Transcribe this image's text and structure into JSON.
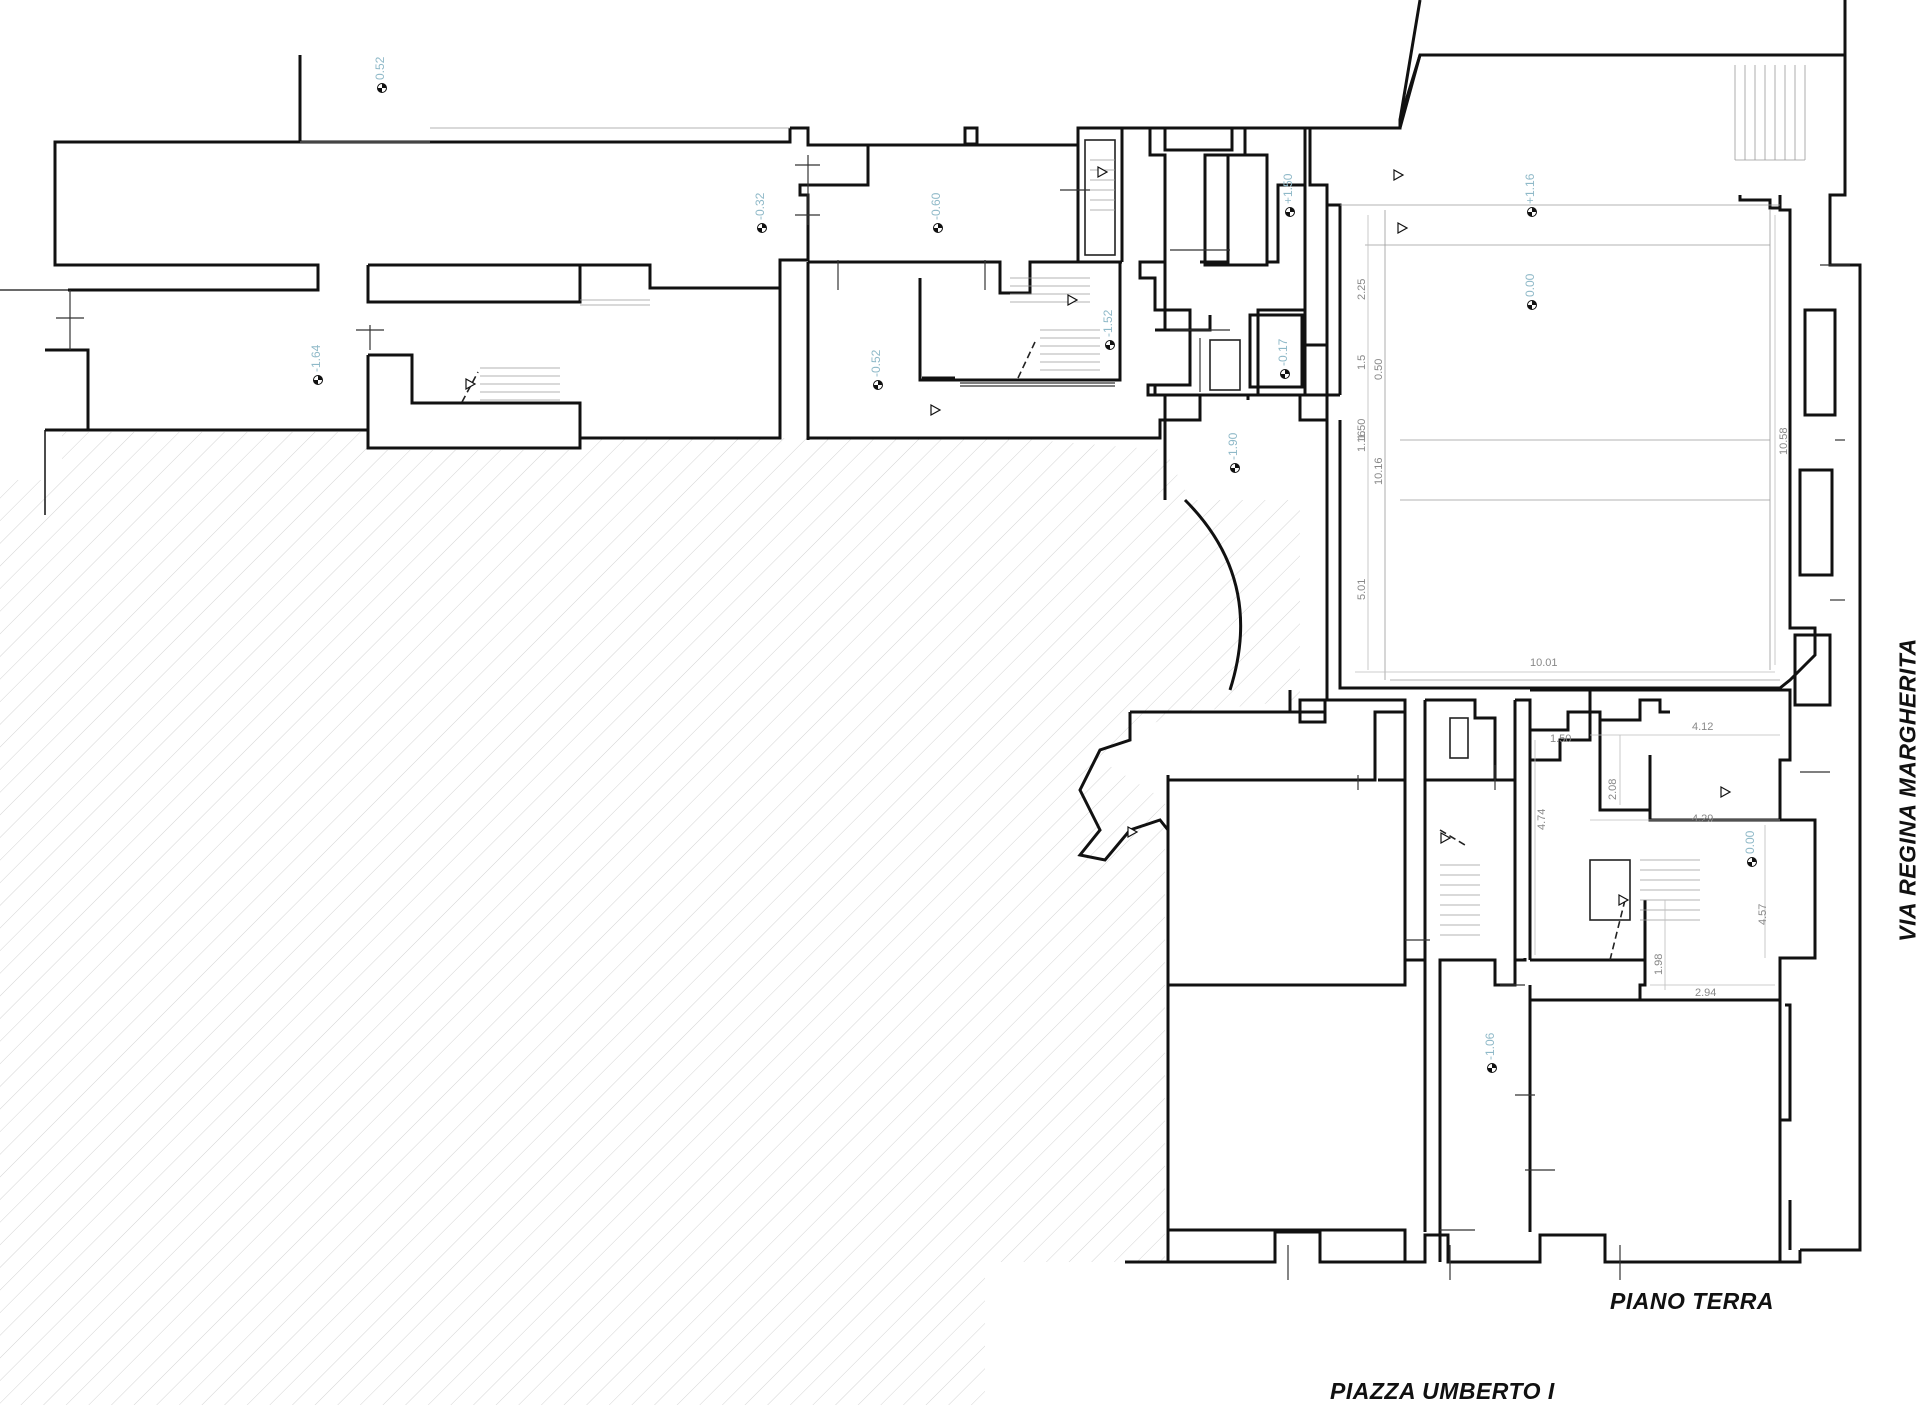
{
  "captions": {
    "floor": "PIANO TERRA",
    "street_east": "VIA REGINA MARGHERITA",
    "square_south": "PIAZZA UMBERTO I"
  },
  "levels": [
    "0.52",
    "-0.32",
    "-0.60",
    "+1.50",
    "+1.16",
    "-1.64",
    "-0.52",
    "-1.52",
    "0.00",
    "-0.17",
    "-1.90",
    "0.00",
    "-1.06"
  ],
  "dimensions": [
    "2.25",
    "1.5",
    "0.50",
    "1.50",
    "1.16",
    "10.16",
    "10.58",
    "5.01",
    "10.01",
    "1.50",
    "4.12",
    "2.08",
    "4.74",
    "4.29",
    "4.57",
    "1.98",
    "2.94"
  ],
  "icons": {
    "level_marker": "elevation-marker-icon",
    "stair_arrow": "stair-direction-arrow-icon"
  }
}
